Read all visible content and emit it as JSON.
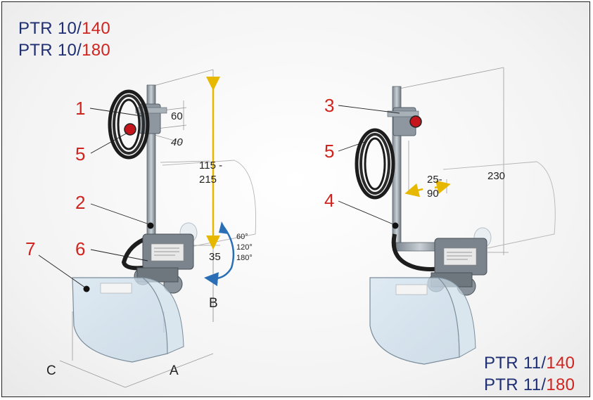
{
  "colors": {
    "model_base": "#1f2f73",
    "model_size": "#d0241f",
    "callout_number": "#d0241f",
    "height_arrow": "#e6b800",
    "rotation_arrow": "#2a6fb5"
  },
  "models_left": [
    {
      "base": "PTR 10/",
      "size": "140"
    },
    {
      "base": "PTR 10/",
      "size": "180"
    }
  ],
  "models_right": [
    {
      "base": "PTR 11/",
      "size": "140"
    },
    {
      "base": "PTR 11/",
      "size": "180"
    }
  ],
  "callouts_left": [
    "1",
    "5",
    "2",
    "6",
    "7"
  ],
  "callouts_right": [
    "3",
    "5",
    "4"
  ],
  "dimensions_left": {
    "top_offset": "60",
    "arm_offset": "40",
    "height_range_top": "115 -",
    "height_range_bottom": "215",
    "pivot_offset": "35",
    "angles": [
      "60°",
      "120°",
      "180°"
    ],
    "label_b": "B",
    "label_a": "A",
    "label_c": "C"
  },
  "dimensions_right": {
    "offset_top": "25-",
    "offset_bottom": "90",
    "height": "230"
  }
}
